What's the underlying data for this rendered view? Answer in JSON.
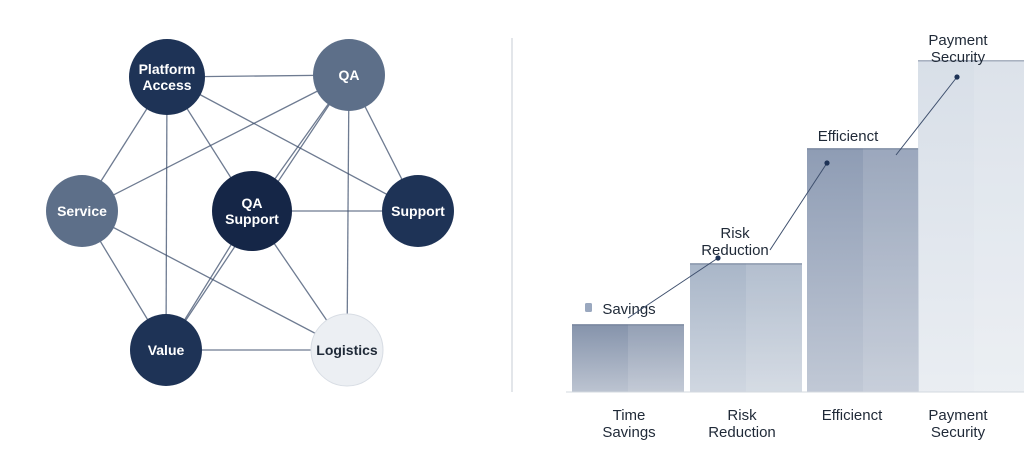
{
  "network": {
    "nodes": [
      {
        "id": "platform",
        "label": [
          "Platform",
          "Access"
        ],
        "fill": "#1e3356",
        "text_color": "#ffffff"
      },
      {
        "id": "qa",
        "label": [
          "QA"
        ],
        "fill": "#5d6f89",
        "text_color": "#ffffff"
      },
      {
        "id": "service",
        "label": [
          "Service"
        ],
        "fill": "#5d6f89",
        "text_color": "#ffffff"
      },
      {
        "id": "qasupport",
        "label": [
          "QA",
          "Support"
        ],
        "fill": "#152647",
        "text_color": "#ffffff"
      },
      {
        "id": "support",
        "label": [
          "Support"
        ],
        "fill": "#1e3356",
        "text_color": "#ffffff"
      },
      {
        "id": "value",
        "label": [
          "Value"
        ],
        "fill": "#1e3356",
        "text_color": "#ffffff"
      },
      {
        "id": "logistics",
        "label": [
          "Logistics"
        ],
        "fill": "#eceff3",
        "text_color": "#1f2937"
      }
    ],
    "edges": [
      [
        "platform",
        "qa"
      ],
      [
        "platform",
        "service"
      ],
      [
        "platform",
        "value"
      ],
      [
        "platform",
        "qasupport"
      ],
      [
        "platform",
        "support"
      ],
      [
        "qa",
        "service"
      ],
      [
        "qa",
        "qasupport"
      ],
      [
        "qa",
        "value"
      ],
      [
        "qa",
        "logistics"
      ],
      [
        "qa",
        "support"
      ],
      [
        "service",
        "value"
      ],
      [
        "service",
        "logistics"
      ],
      [
        "qasupport",
        "value"
      ],
      [
        "qasupport",
        "support"
      ],
      [
        "qasupport",
        "logistics"
      ],
      [
        "value",
        "logistics"
      ]
    ],
    "edge_color": "#3e4f6d"
  },
  "chart_data": {
    "type": "bar",
    "categories": [
      [
        "Time",
        "Savings"
      ],
      [
        "Risk",
        "Reduction"
      ],
      [
        "Efficienct"
      ],
      [
        "Payment",
        "Security"
      ]
    ],
    "values": [
      1,
      1.9,
      3.6,
      4.9
    ],
    "bar_labels": [
      [
        "Savings"
      ],
      [
        "Risk",
        "Reduction"
      ],
      [
        "Efficienct"
      ],
      [
        "Payment",
        "Security"
      ]
    ],
    "ylim": [
      0,
      5.2
    ],
    "grid": false,
    "bar_colors": [
      "#8593ab",
      "#a9b6c8",
      "#8e9cb4",
      "#d8dfe8"
    ]
  }
}
